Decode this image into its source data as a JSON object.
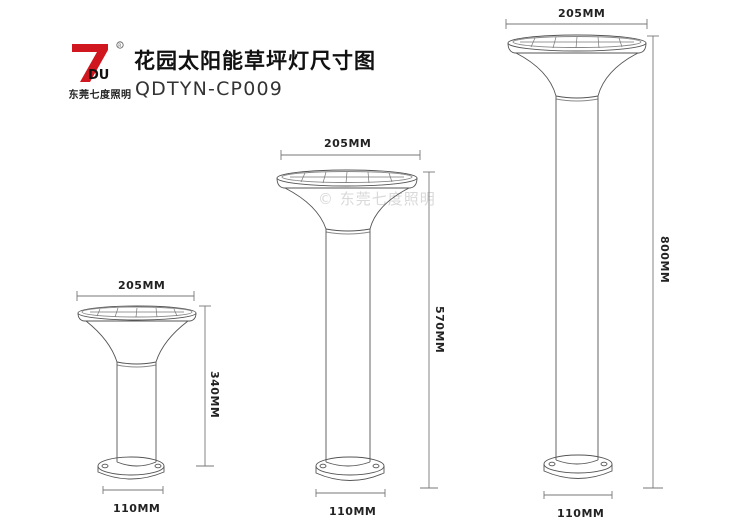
{
  "header": {
    "logo": {
      "mark": "7",
      "mark_sub": "DU",
      "registered": "®",
      "company_name": "东莞七度照明",
      "mark_color": "#d0161f",
      "sub_color": "#111111"
    },
    "title": "花园太阳能草坪灯尺寸图",
    "model": "QDTYN-CP009"
  },
  "watermark": "© 东莞七度照明",
  "lamps": [
    {
      "name": "small",
      "head_diameter_label": "205MM",
      "base_diameter_label": "110MM",
      "height_label": "340MM"
    },
    {
      "name": "medium",
      "head_diameter_label": "205MM",
      "base_diameter_label": "110MM",
      "height_label": "570MM"
    },
    {
      "name": "tall",
      "head_diameter_label": "205MM",
      "base_diameter_label": "110MM",
      "height_label": "800MM"
    }
  ],
  "colors": {
    "line": "#555555",
    "dim_line": "#777777",
    "text": "#222222",
    "watermark": "#d9d9d9"
  }
}
